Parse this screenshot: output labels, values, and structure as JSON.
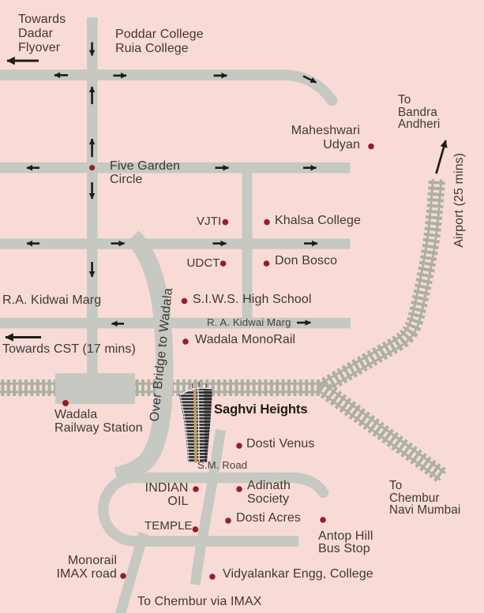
{
  "meta": {
    "type": "location-map",
    "title": "Saghvi Heights location map, Wadala Mumbai"
  },
  "colors": {
    "background": "#f8dbd7",
    "road": "#c6c8c2",
    "railway": "#acb0a3",
    "marker_dot": "#951f28",
    "text": "#3f3833",
    "arrow": "#1d1c1a",
    "tower_accent": "#c9a05f",
    "highlight_text": "#221a14"
  },
  "map": {
    "labels": {
      "towards_dadar": "Towards\nDadar\nFlyover",
      "poddar_ruia": "Poddar College\nRuia College",
      "five_garden": "Five Garden\nCircle",
      "maheshwari": "Maheshwari\nUdyan",
      "to_bandra": "To\nBandra\nAndheri",
      "airport": "Airport (25 mins)",
      "vjti": "VJTI",
      "khalsa": "Khalsa College",
      "udct": "UDCT",
      "don_bosco": "Don Bosco",
      "siws": "S.I.W.S. High School",
      "ra_kidwai_big": "R.A. Kidwai Marg",
      "ra_kidwai_small": "R. A. Kidwai Marg",
      "wadala_monorail": "Wadala MonoRail",
      "towards_cst": "Towards CST (17 mins)",
      "wadala_station": "Wadala\nRailway Station",
      "over_bridge": "Over Bridge to Wadala",
      "saghvi_heights": "Saghvi Heights",
      "dosti_venus": "Dosti Venus",
      "sm_road": "S.M. Road",
      "indian_oil": "INDIAN\nOIL",
      "adinath": "Adinath\nSociety",
      "temple": "TEMPLE",
      "dosti_acres": "Dosti Acres",
      "antop_hill": "Antop Hill\nBus Stop",
      "to_chembur_navi": "To\nChembur\nNavi Mumbai",
      "vidyalankar": "Vidyalankar Engg, College",
      "monorail_imax": "Monorail\nIMAX road",
      "to_chembur_imax": "To Chembur via IMAX"
    }
  }
}
